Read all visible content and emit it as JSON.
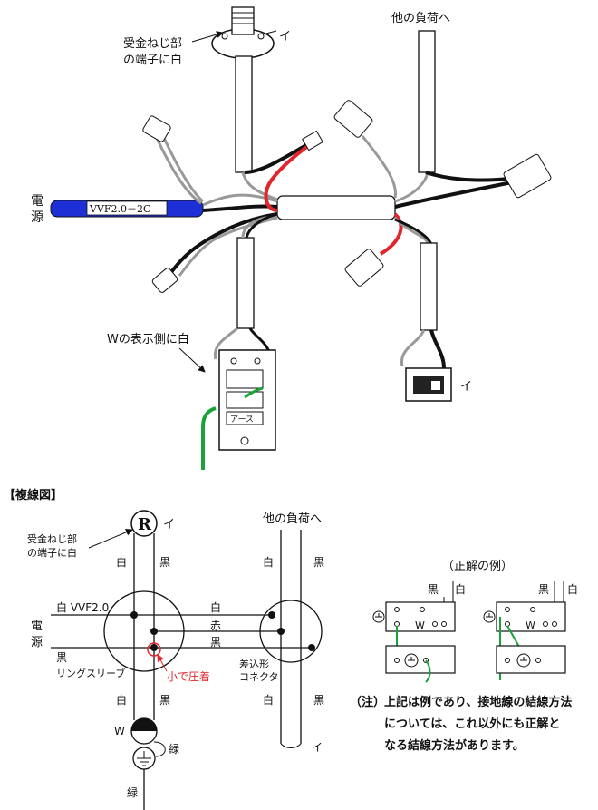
{
  "photo": {
    "lamp_note_line1": "受金ねじ部",
    "lamp_note_line2": "の端子に白",
    "lamp_label": "イ",
    "other_load_label": "他の負荷へ",
    "power_label_1": "電",
    "power_label_2": "源",
    "cable_label": "VVF2.0－2C",
    "outlet_note": "Wの表示側に白",
    "switch_label": "イ",
    "earth_label": "アース"
  },
  "wiring": {
    "section_title": "【複線図】",
    "lamp_symbol": "R",
    "lamp_label": "イ",
    "lamp_note_line1": "受金ねじ部",
    "lamp_note_line2": "の端子に白",
    "other_load_label": "他の負荷へ",
    "white": "白",
    "black": "黒",
    "red": "赤",
    "vvf_label": "白 VVF2.0",
    "power_1": "電",
    "power_2": "源",
    "ring_sleeve": "リングスリーブ",
    "small_crimp": "小で圧着",
    "connector_line1": "差込形",
    "connector_line2": "コネクタ",
    "w_label": "W",
    "green": "緑",
    "switch_label": "イ"
  },
  "example": {
    "title": "（正解の例）",
    "black": "黒",
    "white": "白",
    "w": "W",
    "note_prefix": "（注）",
    "note_line1": "上記は例であり、接地線の結線方法",
    "note_line2": "については、これ以外にも正解と",
    "note_line3": "なる結線方法があります。"
  },
  "colors": {
    "red_wire": "#e0262c",
    "black_wire": "#111111",
    "green_wire": "#1aa33a",
    "blue_cable": "#1f2fd6",
    "red_annotation": "#e0262c"
  }
}
